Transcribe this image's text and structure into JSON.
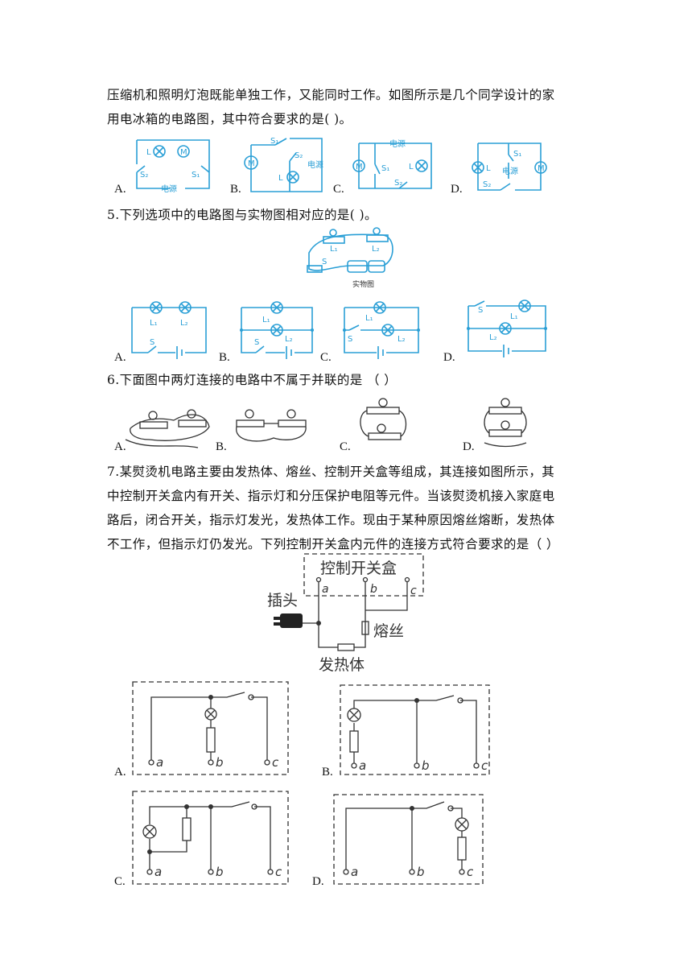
{
  "q4": {
    "line1": "压缩机和照明灯泡既能单独工作，又能同时工作。如图所示是几个同学设计的家",
    "line2": "用电冰箱的电路图，其中符合要求的是(     )。",
    "options": [
      "A.",
      "B.",
      "C.",
      "D."
    ],
    "labels": {
      "L": "L",
      "M": "M",
      "S1": "S₁",
      "S2": "S₂",
      "source": "电源"
    }
  },
  "q5": {
    "text": "5.下列选项中的电路图与实物图相对应的是(     )。",
    "photo_caption": "实物图",
    "options": [
      "A.",
      "B.",
      "C.",
      "D."
    ],
    "labels": {
      "L1": "L₁",
      "L2": "L₂",
      "S": "S"
    }
  },
  "q6": {
    "text": "6.下面图中两灯连接的电路中不属于并联的是     （     ）",
    "options": [
      "A.",
      "B.",
      "C.",
      "D."
    ]
  },
  "q7": {
    "line1": "7.某熨烫机电路主要由发热体、熔丝、控制开关盒等组成，其连接如图所示，其",
    "line2": "中控制开关盒内有开关、指示灯和分压保护电阻等元件。当该熨烫机接入家庭电",
    "line3": "路后，闭合开关，指示灯发光，发热体工作。现由于某种原因熔丝熔断，发热体",
    "line4": "不工作，但指示灯仍发光。下列控制开关盒内元件的连接方式符合要求的是（    ）",
    "diagram": {
      "box": "控制开关盒",
      "plug": "插头",
      "fuse": "熔丝",
      "heater": "发热体",
      "a": "a",
      "b": "b",
      "c": "c"
    },
    "options": [
      "A.",
      "B.",
      "C.",
      "D."
    ]
  },
  "colors": {
    "diagram_blue": "#2a9fd6",
    "ink": "#111111"
  }
}
